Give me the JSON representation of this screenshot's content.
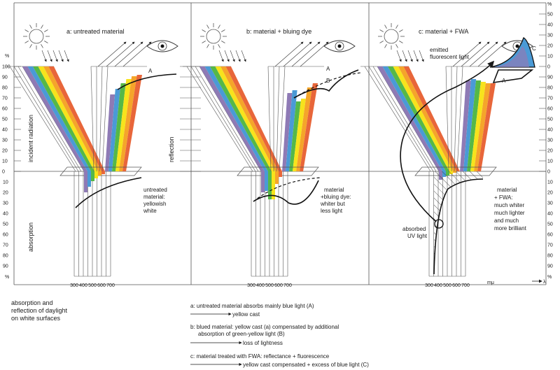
{
  "panels": [
    {
      "title": "a: untreated material",
      "note": [
        "untreated",
        "material:",
        "yellowish",
        "white"
      ],
      "curve_label": "A"
    },
    {
      "title": "b: material + bluing dye",
      "note": [
        "material",
        "+bluing dye:",
        "whiter but",
        "less light"
      ],
      "curve_label_a": "A",
      "curve_label_b": "B"
    },
    {
      "title": "c: material + FWA",
      "note": [
        "material",
        "+ FWA:",
        "much whiter",
        "much lighter",
        "and much",
        "more brilliant"
      ],
      "curve_label_a": "A",
      "curve_label_c": "C",
      "emitted": [
        "emitted",
        "fluorescent light"
      ],
      "absorbed": [
        "absorbed",
        "UV light"
      ]
    }
  ],
  "axis": {
    "percent_symbol": "%",
    "upper_ticks": [
      "100",
      "90",
      "80",
      "70",
      "60",
      "50",
      "40",
      "30",
      "20",
      "10",
      "0"
    ],
    "lower_ticks": [
      "10",
      "20",
      "30",
      "40",
      "50",
      "60",
      "70",
      "80",
      "90"
    ],
    "right_upper_ticks": [
      "50",
      "40",
      "30",
      "20",
      "10",
      "0"
    ],
    "wavelengths": [
      "300",
      "400",
      "500",
      "600",
      "700"
    ],
    "wavelength_unit": "mμ",
    "lambda": "λ",
    "incident_label": "incident radiation",
    "reflection_label": "reflection",
    "absorption_label": "absorption"
  },
  "caption": [
    "absorption and",
    "reflection of daylight",
    "on white surfaces"
  ],
  "notes": {
    "a_line": "a: untreated material absorbs mainly blue light (A)",
    "a_result": "yellow cast",
    "b_line1": "b: blued material: yellow cast (a) compensated by additional",
    "b_line2": "absorption of green-yellow light (B)",
    "b_result": "loss of lightness",
    "c_line": "c: material treated with FWA: reflectance + fluorescence",
    "c_result": "yellow cast compensated + excess of blue light (C)"
  },
  "colors": {
    "violet": "#8e7ab5",
    "blue": "#4a9ad6",
    "green": "#55b848",
    "yellow": "#f7e31c",
    "orange": "#f5a52a",
    "red": "#e8663a",
    "frame": "#555555"
  },
  "icons": [
    "sun-icon",
    "eye-icon"
  ]
}
